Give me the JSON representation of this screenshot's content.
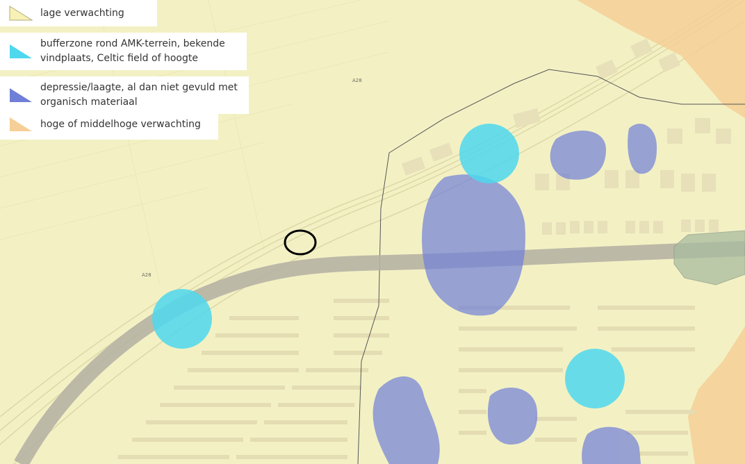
{
  "legend": {
    "items": [
      {
        "label": "lage verwachting",
        "color": "#f7f1b5",
        "icon": "triangle-swatch-icon"
      },
      {
        "label": "bufferzone rond AMK-terrein, bekende\nvindplaats, Celtic field of hoogte",
        "color": "#4dd8ee",
        "icon": "triangle-swatch-icon"
      },
      {
        "label": "depressie/laagte, al dan niet gevuld met\norganisch materiaal",
        "color": "#6f7fd8",
        "icon": "triangle-swatch-icon"
      },
      {
        "label": "hoge of middelhoge verwachting",
        "color": "#f5cf97",
        "icon": "triangle-swatch-icon"
      }
    ]
  },
  "map": {
    "road_labels": [
      "A28",
      "A28"
    ],
    "colors": {
      "base": "#f3f1c4",
      "road": "#b6b3a4",
      "buffer": "#4dd8ee",
      "depression": "#6f7fd8",
      "high": "#f5cf97",
      "buildings": "#e6dfb8",
      "boundary": "#555555",
      "marker": "#000000"
    }
  }
}
